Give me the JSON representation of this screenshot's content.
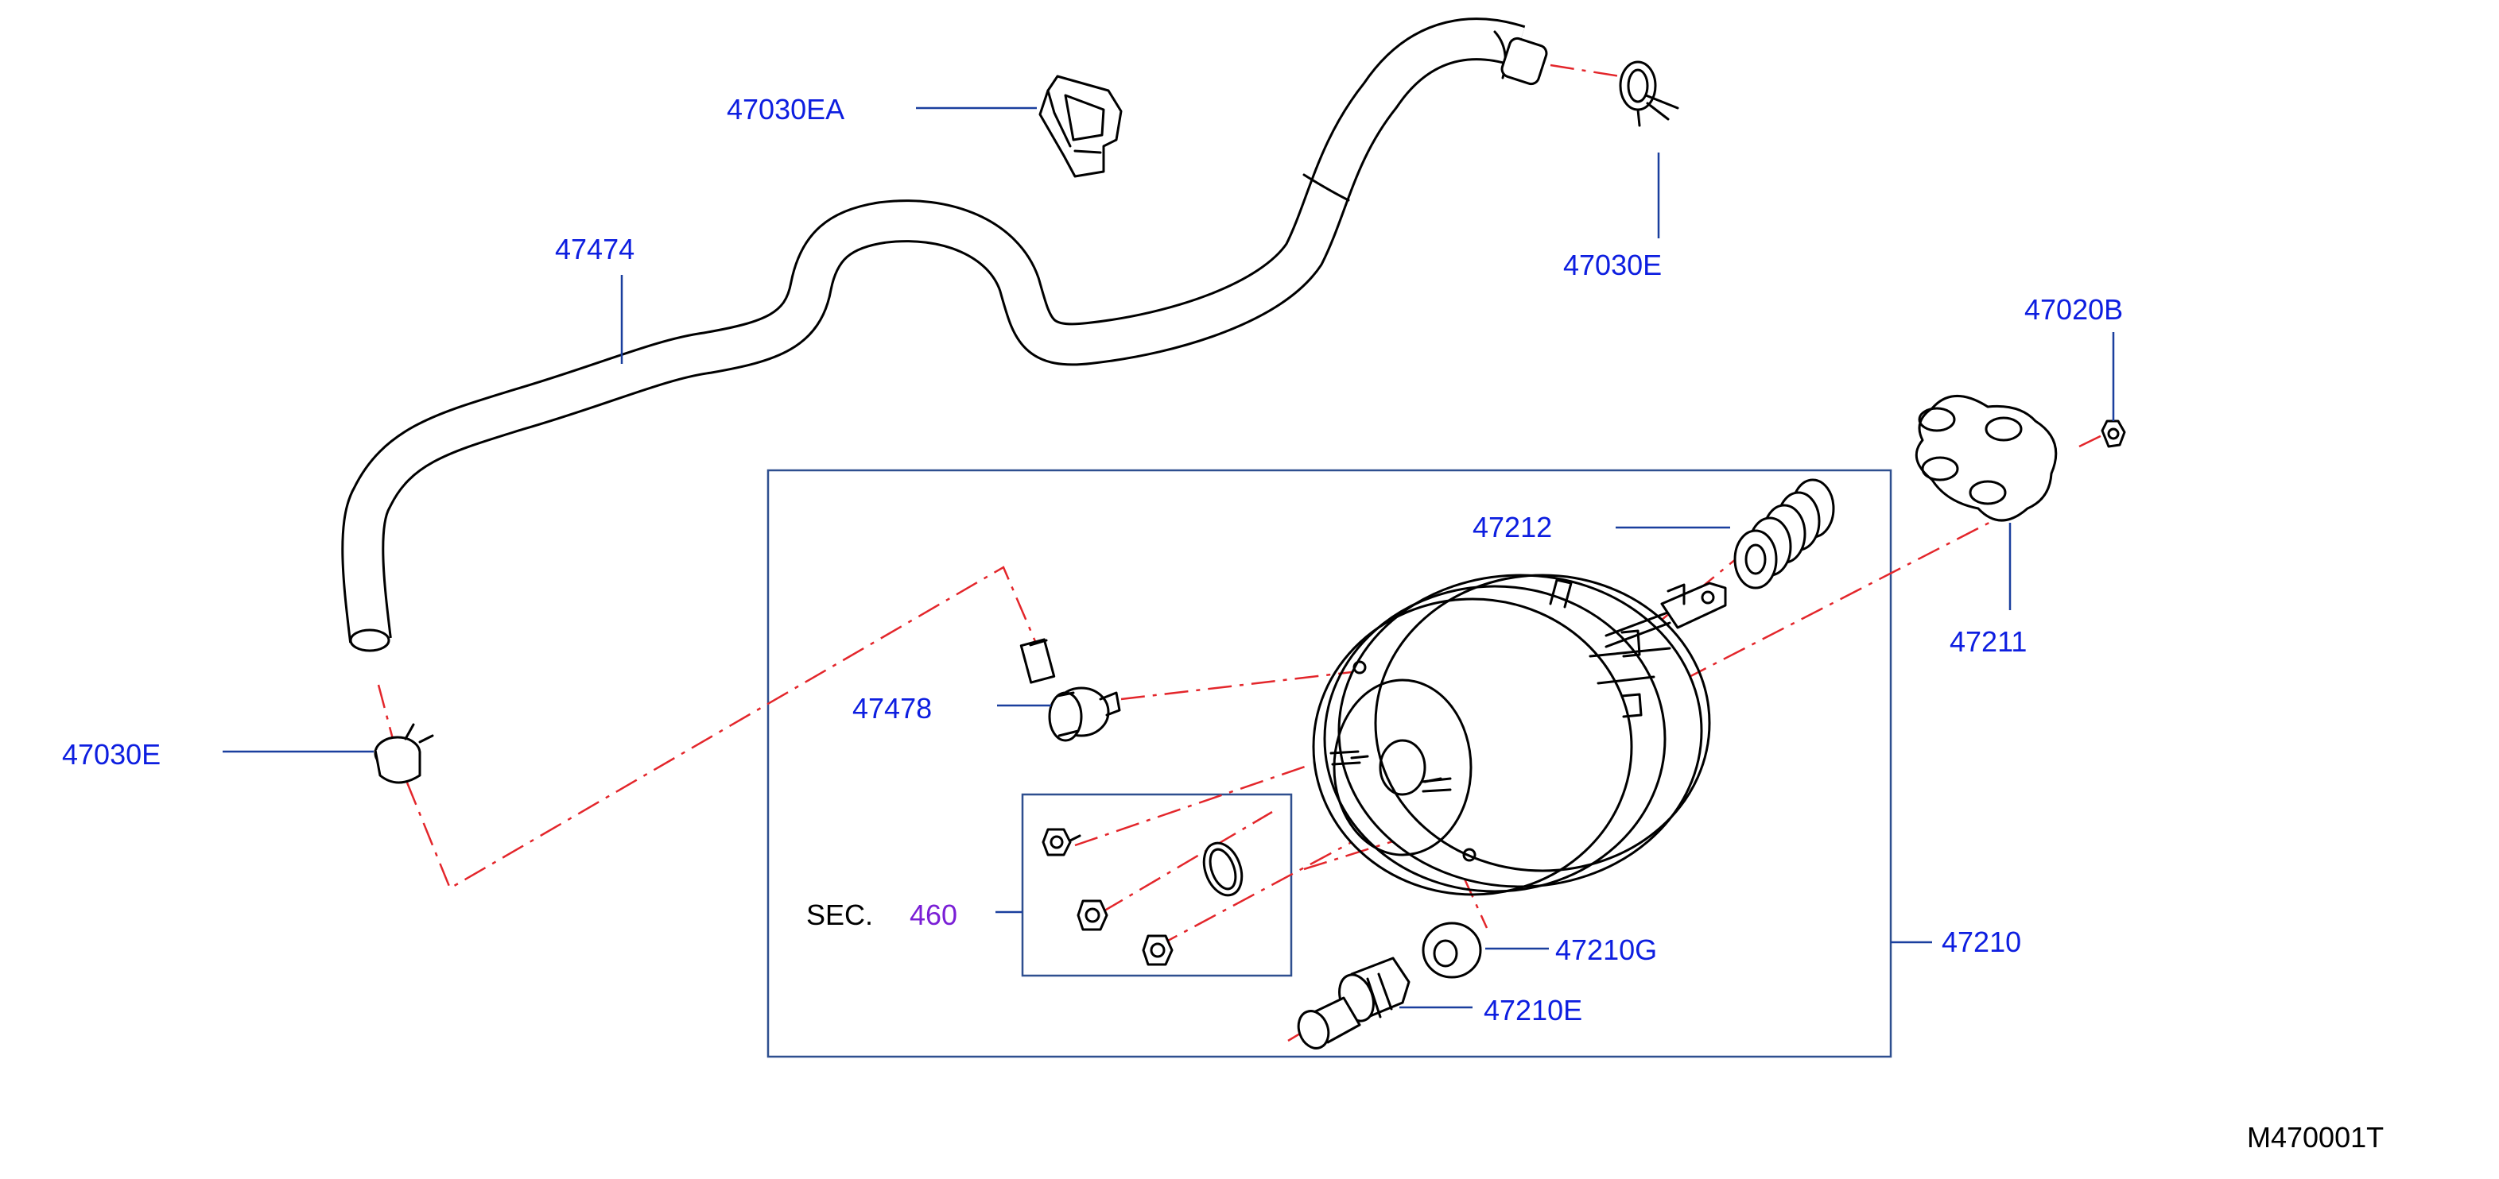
{
  "diagram_code": "M470001T",
  "colors": {
    "label": "#0d1ee0",
    "section_link": "#7a1fd6",
    "leader": "#1a3f9e",
    "centerline": "#e3262b",
    "box": "#2e4f8f",
    "part": "#000000"
  },
  "labels": {
    "clamp_bracket": "47030EA",
    "hose": "47474",
    "clamp_top": "47030E",
    "clamp_left": "47030E",
    "check_valve": "47478",
    "filter": "47212",
    "gasket_bellows": "47211",
    "nut": "47020B",
    "booster_assy": "47210",
    "seal": "47210G",
    "sensor": "47210E",
    "sec_prefix": "SEC.",
    "sec_number": "460"
  }
}
